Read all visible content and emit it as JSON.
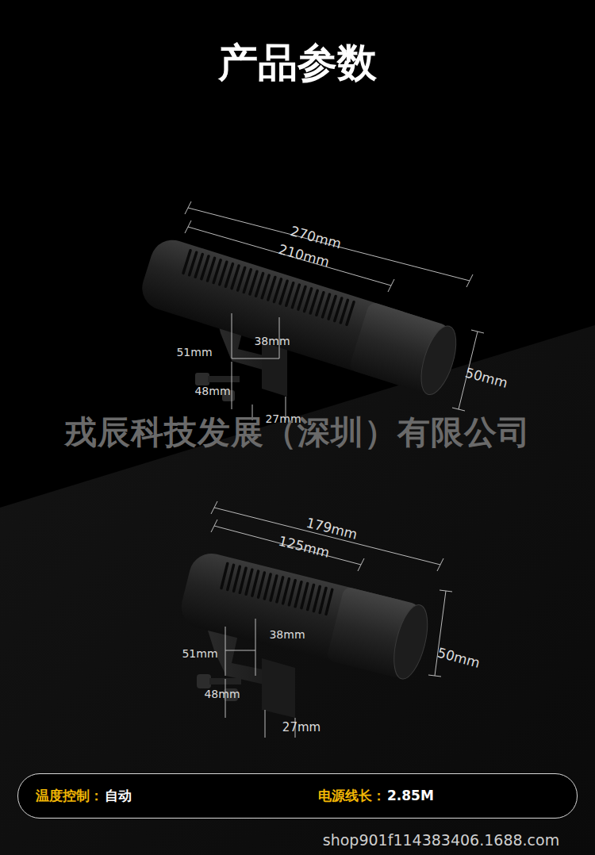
{
  "diagram": {
    "title": "产品参数",
    "nodes": [
      {
        "text": [
          "温度控制：",
          "自动",
          "电源线长：",
          "2.85M"
        ]
      }
    ],
    "labels": [
      "270mm",
      "210mm",
      "51mm",
      "38mm",
      "48mm",
      "27mm",
      "50mm",
      "戎辰科技发展（深圳）有限公司",
      "179mm",
      "125mm",
      "38mm",
      "51mm",
      "48mm",
      "27mm",
      "50mm",
      "shop901f114383406.1688.com"
    ]
  }
}
